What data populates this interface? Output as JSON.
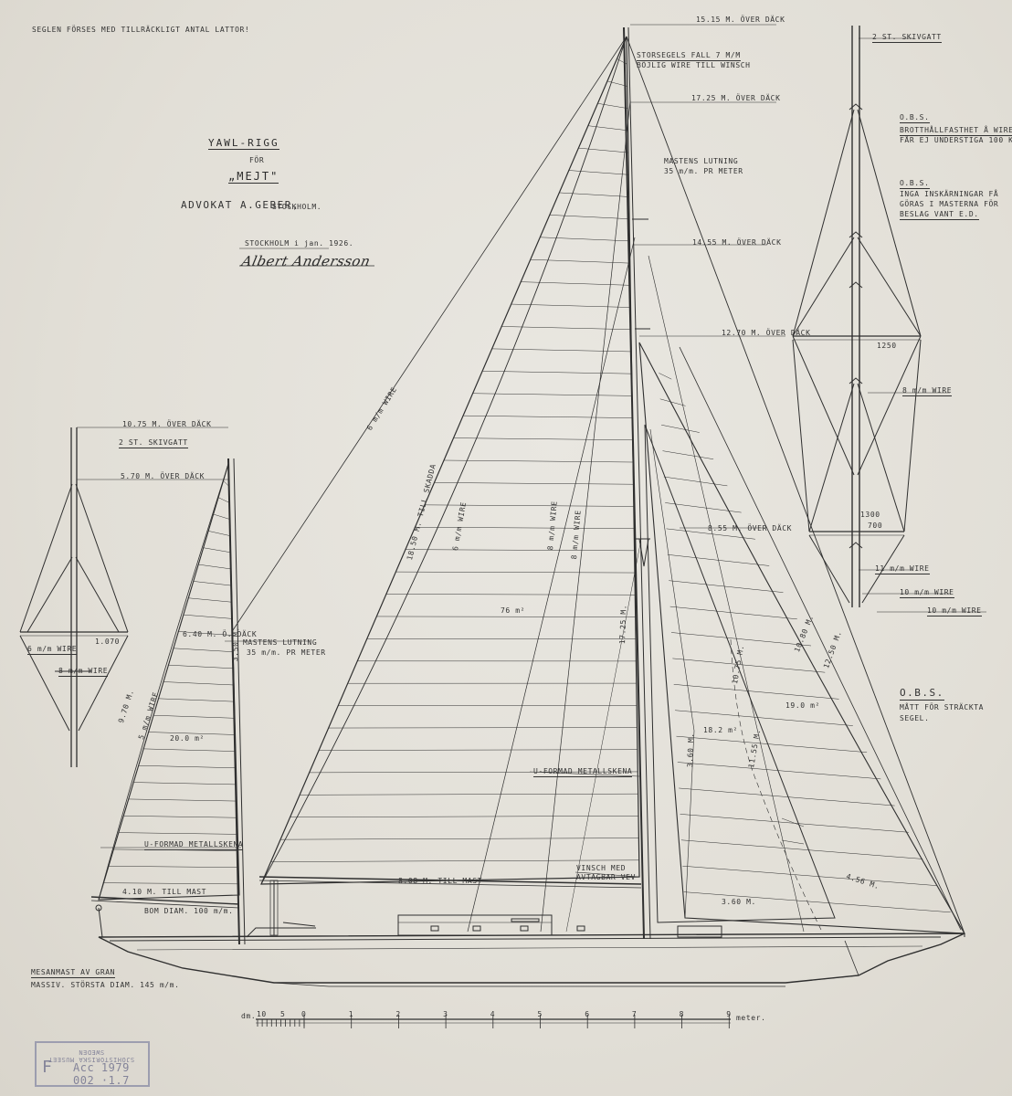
{
  "notes": {
    "top_left": "SEGLEN FÖRSES MED TILLRÄCKLIGT ANTAL LATTOR!",
    "obs1": [
      "O.B.S.",
      "BROTTHÅLLFASTHET Å WIRE",
      "FÅR EJ UNDERSTIGA 100 Kg/mm²"
    ],
    "obs2": [
      "O.B.S.",
      "INGA INSKÄRNINGAR FÅ",
      "GÖRAS I MASTERNA FÖR",
      "BESLAG VANT E.D."
    ],
    "obs3": [
      "O.B.S.",
      "MÅTT FÖR STRÄCKTA",
      "SEGEL."
    ],
    "mesan": [
      "MESANMAST AV GRAN",
      "MASSIV.  STÖRSTA DIAM. 145 m/m."
    ]
  },
  "title": {
    "line1": "YAWL-RIGG",
    "line2": "FÖR",
    "line3": "„MEJT\"",
    "owner": "ADVOKAT A.GEBER,",
    "city": "STOCKHOLM.",
    "date": "STOCKHOLM i jan. 1926.",
    "signature": "Albert Andersson"
  },
  "main_rig_labels": {
    "h1515": "15.15 m. ÖVER DÄCK",
    "skivgatt_main": "2 st. SKIVGATT",
    "storsegel": "STORSEGELS FALL 7 m/m",
    "storsegel2": "BÖJLIG WIRE TILL WINSCH",
    "h1725": "17.25 m. ÖVER DÄCK",
    "lutning": "MASTENS LUTNING",
    "lutning_val": "35 m/m. PR METER",
    "h1455": "14.55 m. ÖVER DÄCK",
    "h1270": "12.70 m. ÖVER DÄCK",
    "spr1250": "1250",
    "wire8": "8 m/m WIRE",
    "spr1300": "1300",
    "spr700": "700",
    "wire11": "11 m/m WIRE",
    "wire10a": "10 m/m WIRE",
    "wire10b": "10 m/m WIRE",
    "h855": "8.55 m. ÖVER DÄCK",
    "wire6": "6 m/m WIRE",
    "till_skadda": "18.50 m. TILL SKADDA",
    "wire6b": "6 m/m WIRE",
    "wire8b": "8 m/m WIRE",
    "wire8c": "8 m/m WIRE",
    "area76": "76 m²",
    "len1725": "17.25 m.",
    "area182": "18.2 m²",
    "area190": "19.0 m²",
    "len360": "3.60 m.",
    "len1250": "12.50 m.",
    "len1075": "10.75 m.",
    "len1155": "11.55 m.",
    "len1080": "10.80 m.",
    "len456": "4.56 m.",
    "len360b": "3.60 m.",
    "u_formad": "U-FORMAD METALLSKENA",
    "vinsch": "VINSCH MED",
    "vinsch2": "AVTAGBAR VEV",
    "bom_main": "8.08 m. TILL MAST"
  },
  "mizzen_labels": {
    "h1075": "10.75 m. ÖVER DÄCK",
    "skivgatt": "2 st. SKIVGATT",
    "h570": "5.70 m. ÖVER DÄCK",
    "spr1070": "1.070",
    "wire6": "6 m/m WIRE",
    "wire8": "8 m/m WIRE",
    "lutning": "MASTENS LUTNING",
    "lutning_val": "35 m/m. PR METER",
    "h640": "6.40 m. Ö. DÄCK",
    "len970": "9.70 m.",
    "wire5": "5 m/m WIRE",
    "area": "20.0 m²",
    "len350": "3.50 m.",
    "u_formad": "U-FORMAD METALLSKENA",
    "bom": "4.10 m. TILL MAST",
    "bom_diam": "BOM DIAM. 100 m/m."
  },
  "scale": {
    "unit_left": "dm.",
    "left_ticks": [
      "10",
      "5"
    ],
    "ticks": [
      "0",
      "1",
      "2",
      "3",
      "4",
      "5",
      "6",
      "7",
      "8",
      "9"
    ],
    "unit": "meter."
  },
  "stamp": {
    "line1": "SJÖHISTORISKA MUSEET SWEDEN",
    "line2": "Acc 1979  002 ·1.7",
    "letter": "F"
  },
  "colors": {
    "ink": "#2b2b2b",
    "paper": "#e6e3dc",
    "stamp": "#6e6f8c"
  }
}
